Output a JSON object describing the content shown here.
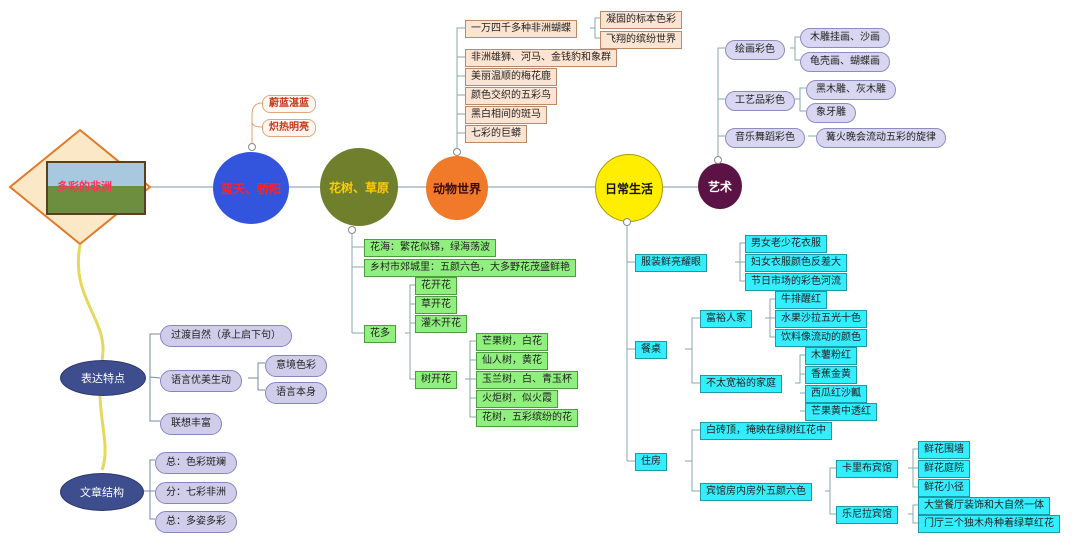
{
  "root": {
    "title": "多彩的非洲"
  },
  "topics": {
    "sky": "蓝天、骄阳",
    "plants": "花树、草原",
    "animals": "动物世界",
    "daily": "日常生活",
    "art": "艺术"
  },
  "sky_items": [
    "蔚蓝湛蓝",
    "炽热明亮"
  ],
  "animals_items": {
    "species": "一万四千多种非洲蝴蝶",
    "species_sub": [
      "凝固的标本色彩",
      "飞翔的缤纷世界"
    ],
    "list": [
      "非洲雄狮、河马、金钱豹和象群",
      "美丽温顺的梅花鹿",
      "颜色交织的五彩鸟",
      "黑白相间的斑马",
      "七彩的巨蟒"
    ]
  },
  "plants_items": {
    "sea": "花海：繁花似锦，绿海荡波",
    "village": "乡村市郊城里：五颜六色，大多野花茂盛鲜艳",
    "flowers_label": "花多",
    "flowers": [
      "花开花",
      "草开花",
      "灌木开花"
    ],
    "trees_label": "树开花",
    "trees": [
      "芒果树，白花",
      "仙人树，黄花",
      "玉兰树，白、青玉杯",
      "火炬树，似火霞",
      "花树，五彩缤纷的花"
    ]
  },
  "daily_items": {
    "clothes_label": "服装鲜亮耀眼",
    "clothes": [
      "男女老少花衣服",
      "妇女衣服颜色反差大",
      "节日市场的彩色河流"
    ],
    "table_label": "餐桌",
    "rich_label": "富裕人家",
    "rich": [
      "牛排醒红",
      "水果沙拉五光十色",
      "饮料像流动的颜色"
    ],
    "poor_label": "不太宽裕的家庭",
    "poor": [
      "木薯粉红",
      "香蕉金黄",
      "西瓜红沙瓤",
      "芒果黄中透红"
    ],
    "house_label": "住房",
    "house_direct": "白砖顶，掩映在绿树红花中",
    "house_sub_label": "宾馆房内房外五颜六色",
    "hotel1_label": "卡里布宾馆",
    "hotel1": [
      "鲜花围墙",
      "鲜花庭院",
      "鲜花小径"
    ],
    "hotel2_label": "乐尼拉宾馆",
    "hotel2": [
      "大堂餐厅装饰和大自然一体",
      "门厅三个独木舟种着绿草红花"
    ]
  },
  "art_items": {
    "painting_label": "绘画彩色",
    "painting": [
      "木雕挂画、沙画",
      "龟壳画、蝴蝶画"
    ],
    "craft_label": "工艺品彩色",
    "craft": [
      "黑木雕、灰木雕",
      "象牙雕"
    ],
    "dance_label": "音乐舞蹈彩色",
    "dance": "篝火晚会流动五彩的旋律"
  },
  "expression": {
    "label": "表达特点",
    "items": [
      "过渡自然（承上启下句）",
      "语言优美生动",
      "联想丰富"
    ],
    "language_sub": [
      "意境色彩",
      "语言本身"
    ]
  },
  "structure": {
    "label": "文章结构",
    "items": [
      "总：色彩斑斓",
      "分：七彩非洲",
      "总：多姿多彩"
    ]
  },
  "colors": {
    "sky": "#3355dd",
    "plants": "#6f7f2c",
    "animals": "#f07a2a",
    "daily": "#ffee00",
    "art": "#5b1245",
    "root_border": "#e07a28",
    "connector": "#e6d95a"
  }
}
